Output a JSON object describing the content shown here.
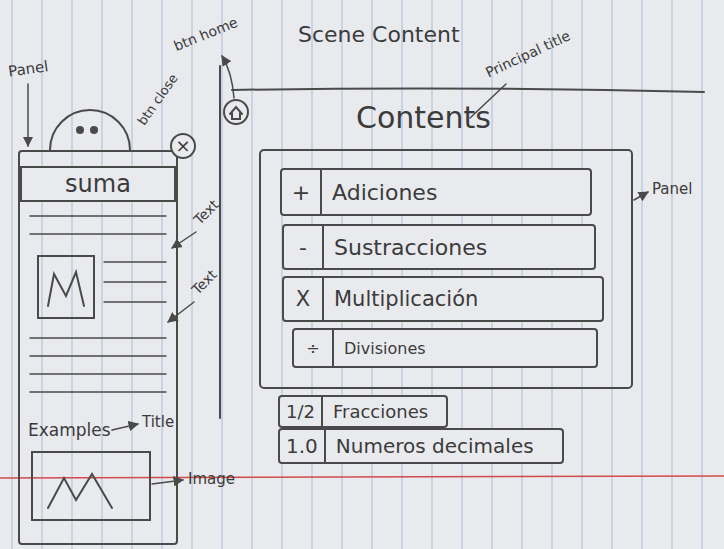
{
  "diagram": {
    "title": "Scene Content",
    "nodes": [
      {
        "text": [
          "Examples"
        ]
      },
      {
        "text": [
          "suma"
        ],
        "in": 0
      },
      {
        "text": [
          "+",
          "Adiciones"
        ]
      },
      {
        "text": [
          "-",
          "Sustracciones"
        ]
      },
      {
        "text": [
          "X",
          "Multiplicación"
        ]
      },
      {
        "text": [
          "÷",
          "Divisiones"
        ]
      },
      {
        "text": [
          "1/2",
          "Fracciones"
        ]
      },
      {
        "text": [
          "1.0",
          "Numeros decimales"
        ]
      },
      {
        "text": [
          "×"
        ]
      }
    ],
    "labels": [
      "Panel",
      "btn home",
      "Principal title",
      "btn close",
      "Contents",
      "Text",
      "Text",
      "Title",
      "Image",
      "Panel"
    ]
  }
}
